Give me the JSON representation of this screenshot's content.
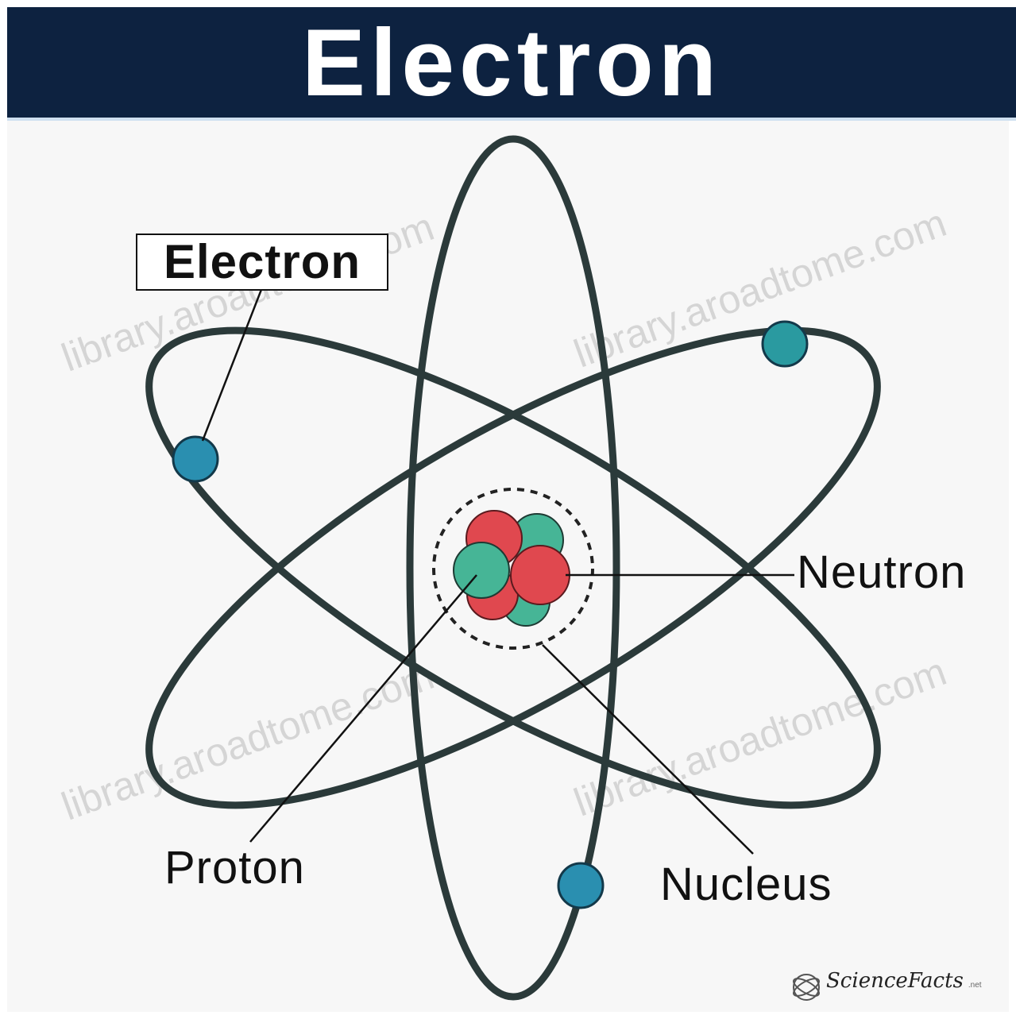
{
  "title": "Electron",
  "labels": {
    "electron": "Electron",
    "neutron": "Neutron",
    "proton": "Proton",
    "nucleus": "Nucleus"
  },
  "watermark": "library.aroadtome.com",
  "logo": {
    "name": "ScienceFacts",
    "suffix": ".net"
  },
  "colors": {
    "banner": "#0d2240",
    "orbit": "#2b3a3a",
    "electron": "#2a8fb0",
    "proton": "#e0484f",
    "neutron": "#3aa98e"
  }
}
